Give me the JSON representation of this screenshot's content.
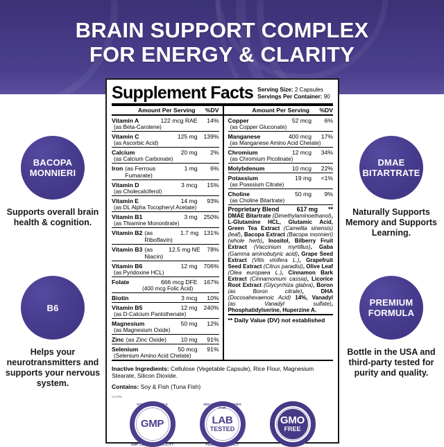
{
  "header": {
    "line1": "BRAIN SUPPORT COMPLEX",
    "line2": "FOR ENERGY & CLARITY",
    "bg_color": "#453a85"
  },
  "facts": {
    "title": "Supplement Facts",
    "serving_size_label": "Serving Size:",
    "serving_size_value": "2 Capsules",
    "servings_per_label": "Servings Per Container:",
    "servings_per_value": "90",
    "col_header_amount": "Amount Per Serving",
    "col_header_dv": "%DV",
    "left_column": [
      {
        "name": "Vitamin A",
        "source": "(as Beta-Carotene)",
        "amount": "122 mcg RAE",
        "dv": "14%",
        "inline": false
      },
      {
        "name": "Vitamin C",
        "source": "(as Ascorbic Acid)",
        "amount": "125 mg",
        "dv": "139%",
        "inline": false
      },
      {
        "name": "Calcium",
        "source": "(as Calcium Carbonate)",
        "amount": "20 mg",
        "dv": "2%",
        "inline": false
      },
      {
        "name": "Iron",
        "source": "(as Ferrous Fumarate)",
        "amount": "1 mg",
        "dv": "6%",
        "inline": true
      },
      {
        "name": "Vitamin D",
        "source": "(as Cholecalciferol)",
        "amount": "3 mcg",
        "dv": "15%",
        "inline": false
      },
      {
        "name": "Vitamin E",
        "source": "(as DL Alpha Tocopheryl Acetate)",
        "amount": "14 mg",
        "dv": "93%",
        "inline": false
      },
      {
        "name": "Vitamin B1",
        "source": "(as Thiamine Mononitrate)",
        "amount": "3 mg",
        "dv": "250%",
        "inline": false
      },
      {
        "name": "Vitamin B2",
        "source": "(as Riboflavin)",
        "amount": "1.7 mg",
        "dv": "131%",
        "inline": true
      },
      {
        "name": "Vitamin B3",
        "source": "(as Niacin)",
        "amount": "12.5 mg NE",
        "dv": "78%",
        "inline": true
      },
      {
        "name": "Vitamin B6",
        "source": "(as Pyridoxine HCL)",
        "amount": "12 mg",
        "dv": "706%",
        "inline": false
      },
      {
        "name": "Folate",
        "source": "(400 mcg Folic Acid)",
        "amount": "666 mcg DFE",
        "dv": "167%",
        "inline": false,
        "source_indent": true
      },
      {
        "name": "Biotin",
        "source": "",
        "amount": "3 mcg",
        "dv": "10%",
        "inline": false
      },
      {
        "name": "Vitamin B5",
        "source": "(as D-Calcium Pantothenate)",
        "amount": "12 mg",
        "dv": "240%",
        "inline": false
      },
      {
        "name": "Magnesium",
        "source": "(as Magnesium Oxide)",
        "amount": "50 mg",
        "dv": "12%",
        "inline": false
      },
      {
        "name": "Zinc",
        "source": "(as Zinc Oxide)",
        "amount": "10 mg",
        "dv": "91%",
        "inline": true
      },
      {
        "name": "Selenium",
        "source": "(Selenium Amino Acid Chelate)",
        "amount": "50 mcg",
        "dv": "91%",
        "inline": false
      }
    ],
    "right_column": [
      {
        "name": "Copper",
        "source": "(as Copper Gluconate)",
        "amount": "52 mcg",
        "dv": "6%",
        "inline": false
      },
      {
        "name": "Manganese",
        "source": "(as Manganese Amino Acid Chelate)",
        "amount": "400 mcg",
        "dv": "17%",
        "inline": false
      },
      {
        "name": "Chromium",
        "source": "(as Chromium Picolinate)",
        "amount": "12 mcg",
        "dv": "34%",
        "inline": false
      },
      {
        "name": "Molybdenum",
        "source": "",
        "amount": "10 mcg",
        "dv": "22%",
        "inline": false
      },
      {
        "name": "Potassium",
        "source": "(as Poassium Citrate)",
        "amount": "19 mg",
        "dv": "<1%",
        "inline": false
      },
      {
        "name": "Choline",
        "source": "(as Choline Bitartrate)",
        "amount": "50 mg",
        "dv": "9%",
        "inline": false
      }
    ],
    "blend": {
      "name": "Proprietary Blend",
      "amount": "617 mg",
      "dv": "**",
      "ingredients_html": "DMAE Bitartrate <i>(Dimethylaminoethanol)</i>, L-Glutamine HCL, Glutamic Acid, Green Tea Extract <i>(Camellia sinensis)(leaf)</i>, Bacopa Extract <i>(Bacopa monnieri)(whole herb)</i>, Inositol, Bilberry Fruit Extract <i>(Vaccinium myrtillus)</i>, Gaba <i>(Gamma aminobutyric acid)</i>, Grape Seed Extract <i>(Vitis vinifera L.)</i>, Grapefruit Seed Extract <i>(Citrus paradisi)</i>, Olive Leaf <i>(Olea europaea L.)</i>, Cinnamon Bark Extract <i>(Cinnamomum cassia)</i>, Licorice Root Extract <i>(Glycyrrhiza glabra)</i>, Boron <i>(as Boron citrate)</i>, DHA <i>(Docosahexaenoic Acid)</i> 14%, Vanadyl <i>(as Vanadyl sulfate)</i>, Phosphatidylserine, Huperzine A."
    },
    "dv_note": "** Daily Value (DV) not established",
    "inactive_label": "Inactive Ingredients:",
    "inactive_value": "Cellulose (Vegetable Capsule), Rice Flour, Magnesium Stearate, Silicon Dioxide.",
    "contains_label": "Contains:",
    "contains_value": "Soy & Fish (Tuna Fish)",
    "version_code": "V13R5"
  },
  "seals": [
    {
      "arc_top": "SOURCED FROM A",
      "main": "GMP",
      "arc_bottom": "GMP CERTIFIED FACILITY",
      "sub": ""
    },
    {
      "arc_top": "3RD PARTY CERTIFIED FOR",
      "main": "LAB",
      "sub": "TESTED",
      "arc_bottom": "PURITY & POTENCY"
    },
    {
      "arc_top": "",
      "main": "GMO",
      "sub": "FREE",
      "arc_bottom": ""
    }
  ],
  "features": [
    {
      "id": "bacopa",
      "badge": "BACOPA MONNIERI",
      "caption": "Supports overall brain health & cognition."
    },
    {
      "id": "b6",
      "badge": "B6",
      "caption": "Helps your neurotransmitters and supports your nervous system."
    },
    {
      "id": "dmae",
      "badge": "DMAE BITARTRATE",
      "caption": "Naturally Supports Memory and Supports Learning."
    },
    {
      "id": "premium",
      "badge": "PREMIUM FORMULA",
      "caption": "Bottle in the USA and third-party tested for purity and quality."
    }
  ],
  "theme": {
    "purple": "#453a85",
    "deep_purple": "#3e3480",
    "seal_purple": "#4a3f8c"
  }
}
